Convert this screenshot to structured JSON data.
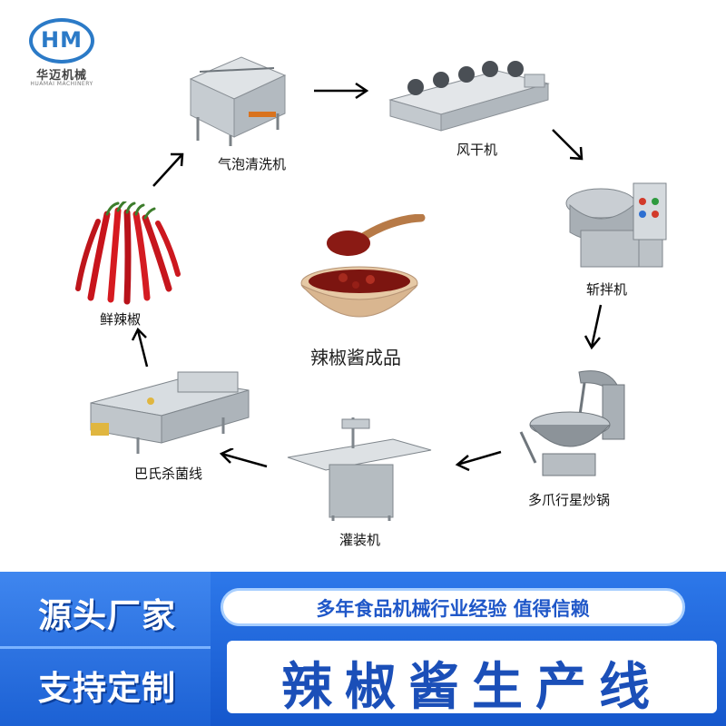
{
  "brand": {
    "logo_mark": "HM",
    "name_cn": "华迈机械",
    "name_en": "HUAMAI MACHINERY"
  },
  "process": {
    "steps": [
      {
        "id": "bubble-washer",
        "label": "气泡清洗机"
      },
      {
        "id": "air-dryer",
        "label": "风干机"
      },
      {
        "id": "chopper",
        "label": "斩拌机"
      },
      {
        "id": "planetary-wok",
        "label": "多爪行星炒锅"
      },
      {
        "id": "filler",
        "label": "灌装机"
      },
      {
        "id": "pasteurizer",
        "label": "巴氏杀菌线"
      },
      {
        "id": "fresh-chili",
        "label": "鲜辣椒"
      }
    ],
    "center_label": "辣椒酱成品"
  },
  "banner": {
    "left_line1": "源头厂家",
    "left_line2": "支持定制",
    "slogan": "多年食品机械行业经验 值得信赖",
    "title": "辣椒酱生产线"
  },
  "colors": {
    "banner_blue": "#1f6fe0",
    "title_blue": "#1b4fb8",
    "logo_blue": "#2b7ac7"
  }
}
